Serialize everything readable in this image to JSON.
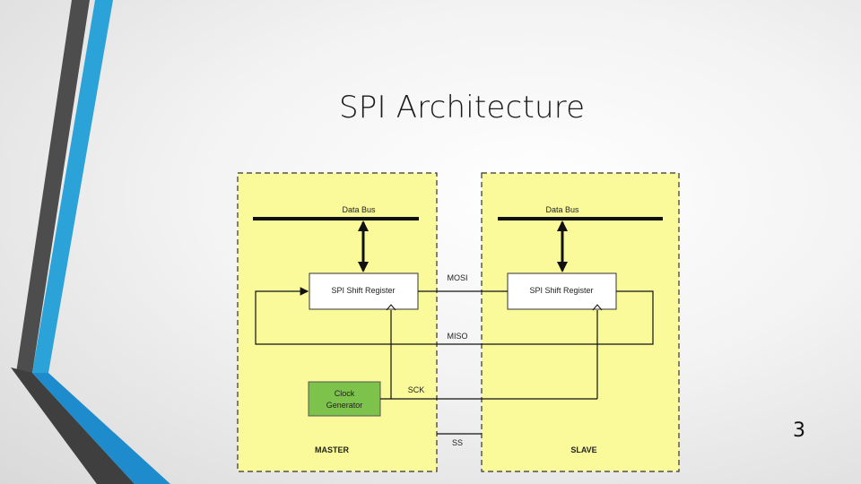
{
  "title": "SPI Architecture",
  "page_number": "3",
  "diagram": {
    "master": {
      "label": "MASTER",
      "data_bus": "Data Bus",
      "shift_register": "SPI Shift Register",
      "clock_generator": [
        "Clock",
        "Generator"
      ]
    },
    "slave": {
      "label": "SLAVE",
      "data_bus": "Data Bus",
      "shift_register": "SPI Shift Register"
    },
    "signals": {
      "mosi": "MOSI",
      "miso": "MISO",
      "sck": "SCK",
      "ss": "SS"
    }
  },
  "colors": {
    "panel_fill": "#fafa9a",
    "clock_fill": "#7dc24b",
    "accent_blue": "#2ba3d9",
    "accent_dark": "#555555"
  }
}
